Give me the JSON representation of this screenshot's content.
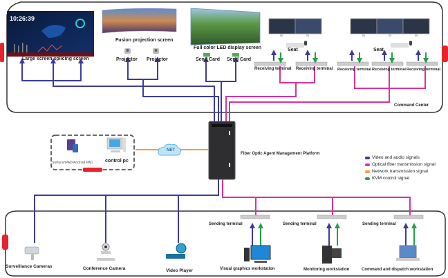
{
  "colors": {
    "video_audio": "#3b3b9e",
    "optical_fiber": "#d6339b",
    "network": "#f0a040",
    "kvm": "#22a04a",
    "frame": "#333333",
    "tag_red": "#e8232b"
  },
  "command_center": {
    "title": "Command Center",
    "large_screen": "Large screen splicing screen",
    "large_screen_clock": "10:26:39",
    "fusion_screen": "Fusion projection screen",
    "projectors": [
      "Projector",
      "Projector"
    ],
    "led_screen": "Full color LED display screen",
    "send_cards": [
      "Send Card",
      "Send Card"
    ],
    "seats": [
      "Seat",
      "Seat"
    ],
    "receiving_terminals": [
      "Receiving terminal",
      "Receiving terminal",
      "Receiving terminal",
      "Receiving terminal",
      "Receiving terminal"
    ]
  },
  "platform": {
    "name": "Fiber Optic Agent Management Platform"
  },
  "control_group": {
    "devices_label": "Surface/iPAD/Android PAD",
    "control_pc": "control pc",
    "net_label": "NET"
  },
  "legend": [
    {
      "label": "Video and audio signals",
      "color": "#3b3b9e"
    },
    {
      "label": "Optical fiber transmission signal",
      "color": "#d6339b"
    },
    {
      "label": "Network transmission signal",
      "color": "#f0a040"
    },
    {
      "label": "KVM control signal",
      "color": "#22a04a"
    }
  ],
  "sources": {
    "surveillance": "Surveillance Cameras",
    "conference": "Conference Camera",
    "video_player": "Video Player",
    "sending_terminals": [
      "Sending terminal",
      "Sending terminal",
      "Sending terminal"
    ],
    "workstations": [
      "Visual graphics workstation",
      "Monitoring workstation",
      "Command and dispatch workstation"
    ]
  }
}
